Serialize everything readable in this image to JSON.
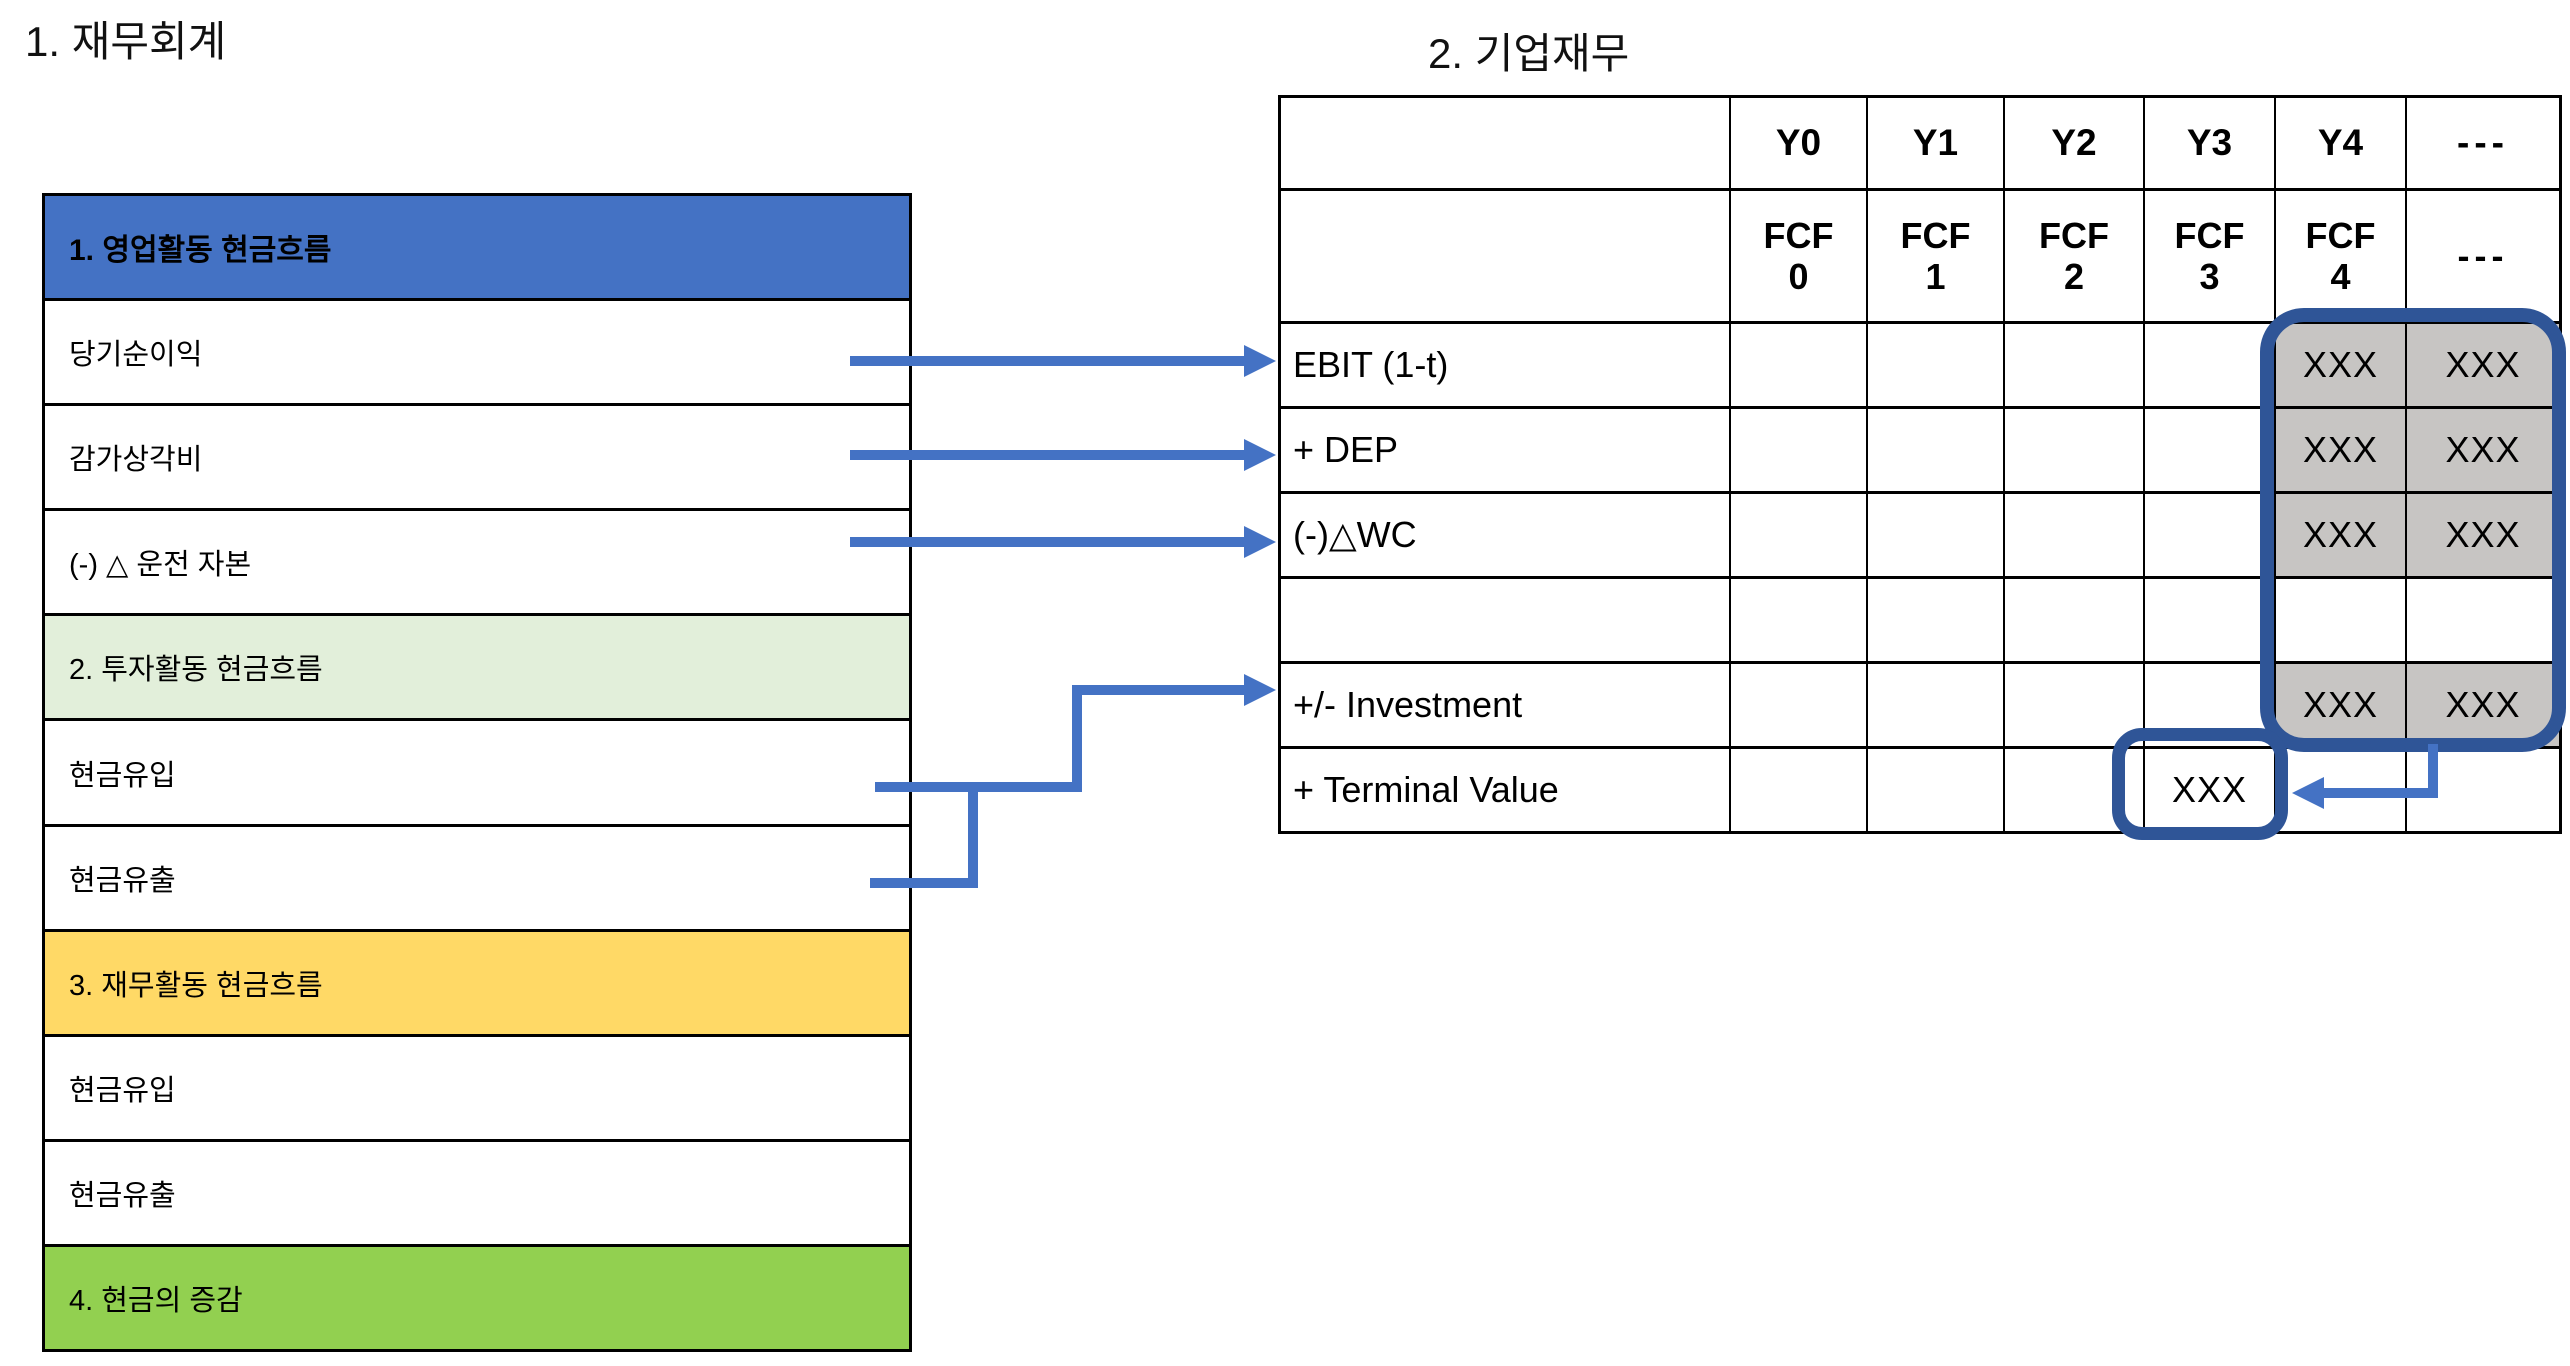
{
  "titles": {
    "left": "1. 재무회계",
    "right": "2. 기업재무"
  },
  "colors": {
    "arrow_blue": "#4472C4",
    "navy_outline": "#2F5597",
    "highlight_gray": "#C7C5C3",
    "header_blue": "#4472C4",
    "header_light_green": "#E2EFDA",
    "header_yellow": "#FFD966",
    "header_green": "#92D050",
    "border_black": "#000000"
  },
  "left_table": {
    "rows": [
      {
        "label": "1. 영업활동 현금흐름",
        "bg": "#4472C4",
        "bold": true
      },
      {
        "label": "당기순이익",
        "bg": "#FFFFFF",
        "bold": false
      },
      {
        "label": "감가상각비",
        "bg": "#FFFFFF",
        "bold": false
      },
      {
        "label": "(-) △ 운전 자본",
        "bg": "#FFFFFF",
        "bold": false
      },
      {
        "label": "2. 투자활동 현금흐름",
        "bg": "#E2EFDA",
        "bold": false
      },
      {
        "label": "현금유입",
        "bg": "#FFFFFF",
        "bold": false
      },
      {
        "label": "현금유출",
        "bg": "#FFFFFF",
        "bold": false
      },
      {
        "label": "3. 재무활동 현금흐름",
        "bg": "#FFD966",
        "bold": false
      },
      {
        "label": "현금유입",
        "bg": "#FFFFFF",
        "bold": false
      },
      {
        "label": "현금유출",
        "bg": "#FFFFFF",
        "bold": false
      },
      {
        "label": "4. 현금의 증감",
        "bg": "#92D050",
        "bold": false
      }
    ]
  },
  "right_table": {
    "year_header": [
      "",
      "Y0",
      "Y1",
      "Y2",
      "Y3",
      "Y4",
      "---"
    ],
    "fcf_header": [
      "",
      "FCF\n0",
      "FCF\n1",
      "FCF\n2",
      "FCF\n3",
      "FCF\n4",
      "---"
    ],
    "rows": [
      {
        "label": "EBIT (1-t)",
        "cells": [
          "",
          "",
          "",
          "",
          "XXX",
          "XXX"
        ],
        "gray_y4_dots": true
      },
      {
        "label": "+ DEP",
        "cells": [
          "",
          "",
          "",
          "",
          "XXX",
          "XXX"
        ],
        "gray_y4_dots": true
      },
      {
        "label": "(-)△WC",
        "cells": [
          "",
          "",
          "",
          "",
          "XXX",
          "XXX"
        ],
        "gray_y4_dots": true
      },
      {
        "label": "",
        "cells": [
          "",
          "",
          "",
          "",
          "",
          ""
        ],
        "gray_y4_dots": false
      },
      {
        "label": "+/- Investment",
        "cells": [
          "",
          "",
          "",
          "",
          "XXX",
          "XXX"
        ],
        "gray_y4_dots": true
      },
      {
        "label": "+ Terminal Value",
        "cells": [
          "",
          "",
          "",
          "XXX",
          "",
          ""
        ],
        "gray_y4_dots": false
      }
    ]
  }
}
